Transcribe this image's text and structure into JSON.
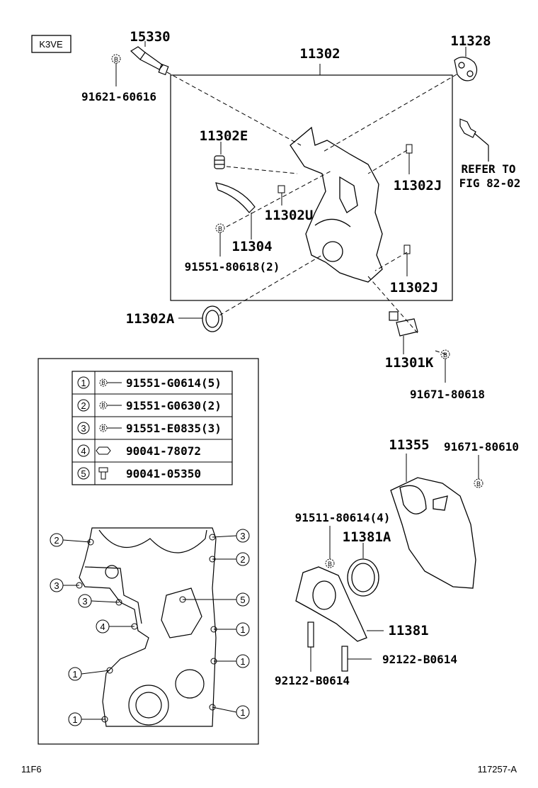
{
  "engine_tag": "K3VE",
  "parts": {
    "p15330": "15330",
    "p11302": "11302",
    "p11328": "11328",
    "p91621": "91621-60616",
    "p11302E": "11302E",
    "p11302J_a": "11302J",
    "p11302U": "11302U",
    "p11304": "11304",
    "p91551_80618": "91551-80618(2)",
    "p11302J_b": "11302J",
    "p11302A": "11302A",
    "p11301K": "11301K",
    "p91671_80618": "91671-80618",
    "p11355": "11355",
    "p91671_80610": "91671-80610",
    "p91511": "91511-80614(4)",
    "p11381A": "11381A",
    "p11381": "11381",
    "p92122_a": "92122-B0614",
    "p92122_b": "92122-B0614"
  },
  "refer": {
    "line1": "REFER TO",
    "line2": "FIG 82-02"
  },
  "legend": [
    {
      "num": "1",
      "part": "91551-G0614(5)"
    },
    {
      "num": "2",
      "part": "91551-G0630(2)"
    },
    {
      "num": "3",
      "part": "91551-E0835(3)"
    },
    {
      "num": "4",
      "part": "90041-78072"
    },
    {
      "num": "5",
      "part": "90041-05350"
    }
  ],
  "callouts": {
    "c2a": "2",
    "c3a": "3",
    "c3b": "3",
    "c3c": "3",
    "c4": "4",
    "c1a": "1",
    "c1b": "1",
    "c2b": "2",
    "c5": "5",
    "c1c": "1",
    "c1d": "1",
    "c1e": "1"
  },
  "bolt_mark": "B",
  "footer": {
    "left": "11F6",
    "right": "117257-A"
  }
}
